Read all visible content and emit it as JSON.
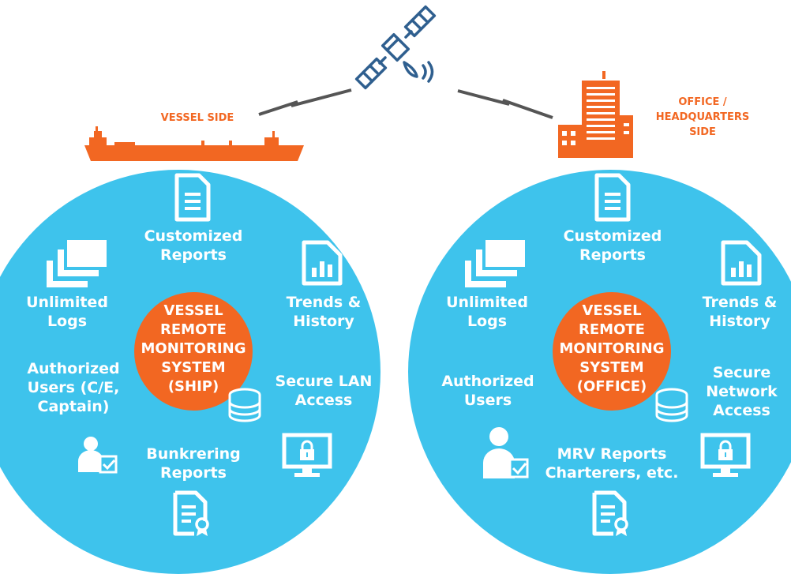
{
  "header": {
    "vessel_label": "VESSEL SIDE",
    "office_label": "OFFICE /\nHEADQUARTERS\nSIDE"
  },
  "vessel_circle": {
    "core": "VESSEL\nREMOTE\nMONITORING\nSYSTEM\n(SHIP)",
    "reports": "Customized\nReports",
    "logs": "Unlimited\nLogs",
    "trends": "Trends &\nHistory",
    "users": "Authorized\nUsers (C/E,\nCaptain)",
    "access": "Secure LAN\nAccess",
    "bottom": "Bunkrering\nReports"
  },
  "office_circle": {
    "core": "VESSEL\nREMOTE\nMONITORING\nSYSTEM\n(OFFICE)",
    "reports": "Customized\nReports",
    "logs": "Unlimited\nLogs",
    "trends": "Trends &\nHistory",
    "users": "Authorized\nUsers",
    "access": "Secure\nNetwork\nAccess",
    "bottom": "MRV Reports\nCharterers, etc."
  },
  "colors": {
    "circle": "#3ec3ec",
    "accent": "#f26722",
    "satellite": "#2f5f8f",
    "link": "#555555"
  }
}
